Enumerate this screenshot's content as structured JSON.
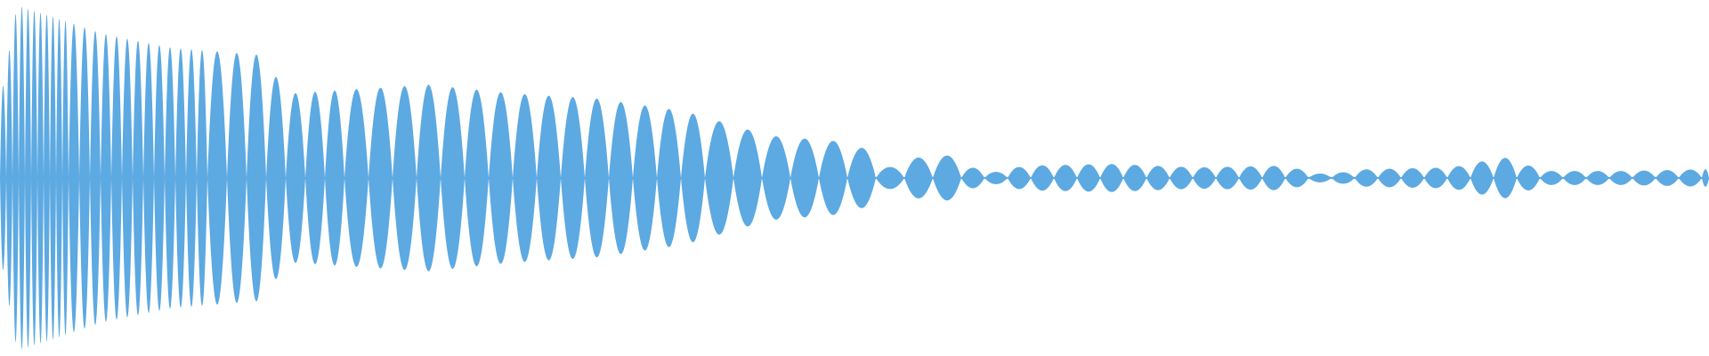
{
  "waveform": {
    "color": "#5DA9E2",
    "envelope": [
      {
        "t": 0.0,
        "a": 0.42
      },
      {
        "t": 0.01,
        "a": 0.98
      },
      {
        "t": 0.03,
        "a": 0.92
      },
      {
        "t": 0.06,
        "a": 0.82
      },
      {
        "t": 0.1,
        "a": 0.74
      },
      {
        "t": 0.15,
        "a": 0.7
      },
      {
        "t": 0.17,
        "a": 0.48
      },
      {
        "t": 0.25,
        "a": 0.53
      },
      {
        "t": 0.3,
        "a": 0.48
      },
      {
        "t": 0.35,
        "a": 0.45
      },
      {
        "t": 0.4,
        "a": 0.38
      },
      {
        "t": 0.45,
        "a": 0.24
      },
      {
        "t": 0.5,
        "a": 0.2
      },
      {
        "t": 0.52,
        "a": 0.06
      },
      {
        "t": 0.545,
        "a": 0.14
      },
      {
        "t": 0.56,
        "a": 0.12
      },
      {
        "t": 0.575,
        "a": 0.02
      },
      {
        "t": 0.6,
        "a": 0.07
      },
      {
        "t": 0.65,
        "a": 0.08
      },
      {
        "t": 0.7,
        "a": 0.06
      },
      {
        "t": 0.75,
        "a": 0.07
      },
      {
        "t": 0.775,
        "a": 0.02
      },
      {
        "t": 0.8,
        "a": 0.05
      },
      {
        "t": 0.85,
        "a": 0.06
      },
      {
        "t": 0.87,
        "a": 0.1
      },
      {
        "t": 0.885,
        "a": 0.12
      },
      {
        "t": 0.9,
        "a": 0.04
      },
      {
        "t": 0.95,
        "a": 0.04
      },
      {
        "t": 1.0,
        "a": 0.05
      }
    ]
  }
}
